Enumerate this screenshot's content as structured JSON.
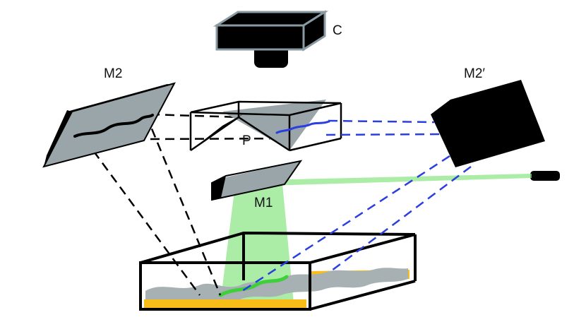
{
  "labels": {
    "camera": "C",
    "mirror2": "M2",
    "mirror2_prime": "M2′",
    "prism": "P",
    "mirror1": "M1"
  },
  "colors": {
    "outline": "#000000",
    "surface": "#9aa5a9",
    "camera_body": "#000000",
    "camera_edge": "#8a9aa3",
    "green_beam": "#8fe78a",
    "green_line": "#3ecf3a",
    "blue_path": "#2b3fe0",
    "yellow": "#f9bd1a",
    "sample_wave": "#a7b0b3"
  }
}
